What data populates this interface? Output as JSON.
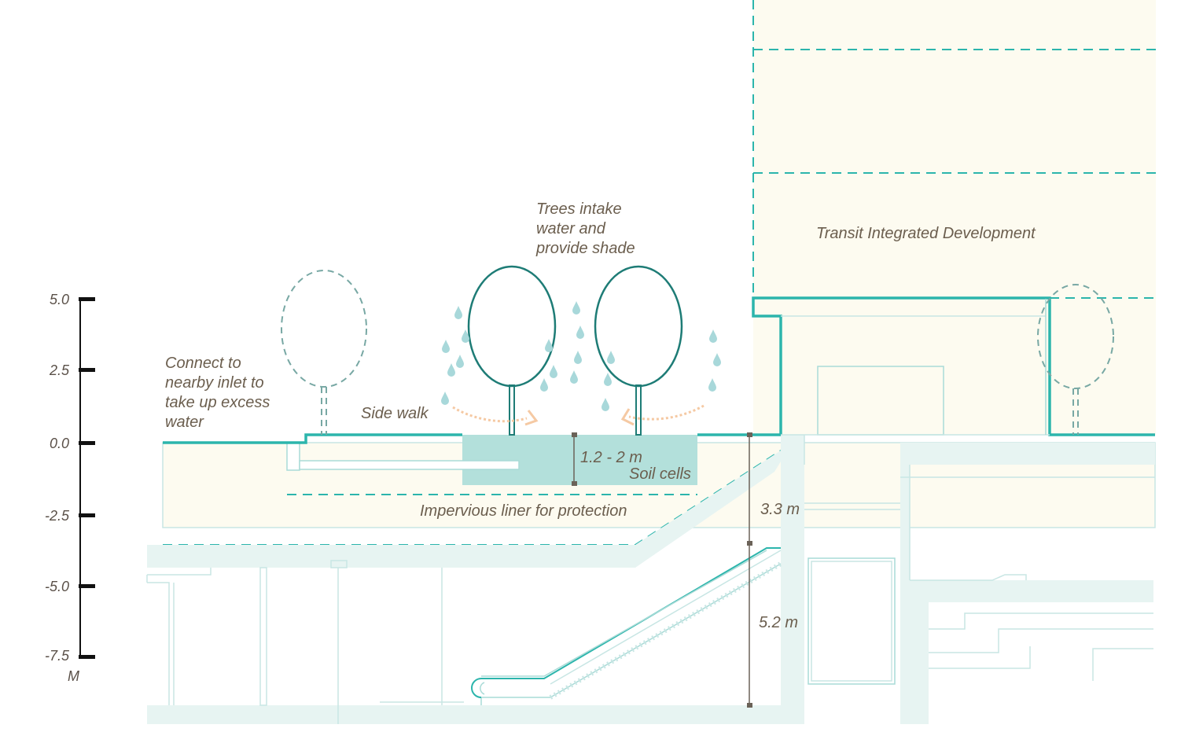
{
  "labels": {
    "trees": [
      "Trees intake",
      "water and",
      "provide shade"
    ],
    "tid": "Transit Integrated Development",
    "connect": [
      "Connect to",
      "nearby inlet to",
      "take up excess",
      "water"
    ],
    "sidewalk": "Side walk",
    "depth": "1.2 - 2 m",
    "soil": "Soil cells",
    "liner": "Impervious liner for protection",
    "h1": "3.3 m",
    "h2": "5.2 m"
  },
  "scale": {
    "ticks": [
      "5.0",
      "2.5",
      "0.0",
      "-2.5",
      "-5.0",
      "-7.5"
    ],
    "unit": "M"
  },
  "colors": {
    "accent": "#2cb5ac",
    "tree": "#1e7c76",
    "soil": "#b3e0db",
    "building": "#fdfbf0",
    "arrow": "#f5c9a3",
    "text": "#6b5e4e"
  }
}
